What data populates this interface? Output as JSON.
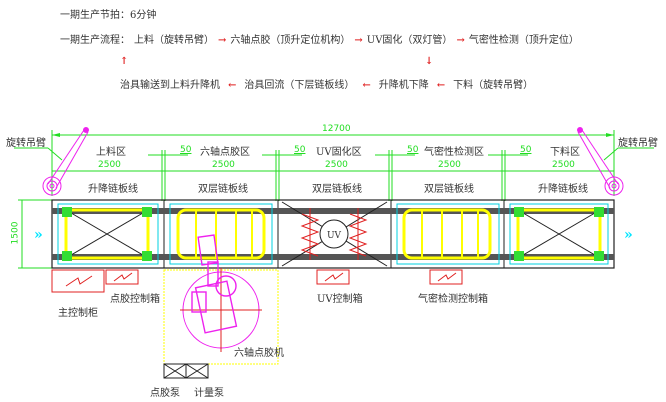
{
  "header": {
    "cycle_time": "一期生产节拍：6分钟",
    "flow_label": "一期生产流程：",
    "flow_top": [
      "上料（旋转吊臂）",
      "六轴点胶（顶升定位机构）",
      "UV固化（双灯管）",
      "气密性检测（顶升定位）"
    ],
    "flow_bottom": [
      "治具输送到上料升降机",
      "治具回流（下层链板线）",
      "升降机下降",
      "下料（旋转吊臂）"
    ]
  },
  "layout": {
    "total_length": "12700",
    "left_arm_label": "旋转吊臂",
    "right_arm_label": "旋转吊臂",
    "width_dim": "1500",
    "zones": [
      {
        "name": "上料区",
        "length": "2500",
        "conveyor": "升降链板线"
      },
      {
        "name": "六轴点胶区",
        "length": "2500",
        "conveyor": "双层链板线"
      },
      {
        "name": "UV固化区",
        "length": "2500",
        "conveyor": "双层链板线"
      },
      {
        "name": "气密性检测区",
        "length": "2500",
        "conveyor": "双层链板线"
      },
      {
        "name": "下料区",
        "length": "2500",
        "conveyor": "升降链板线"
      }
    ],
    "gaps": [
      "50",
      "50",
      "50",
      "50"
    ],
    "uv_label": "UV",
    "cabinets": {
      "main": "主控制柜",
      "dispense": "点胶控制箱",
      "uv": "UV控制箱",
      "leak": "气密检测控制箱"
    },
    "robot_label": "六轴点胶机",
    "pumps": [
      "点胶泵",
      "计量泵"
    ]
  },
  "colors": {
    "dimension": "#22dd22",
    "arm": "#ee22ee",
    "fixture": "#ffff00",
    "flow_arrow": "#e02020",
    "direction_arrow": "#00e5ff"
  }
}
